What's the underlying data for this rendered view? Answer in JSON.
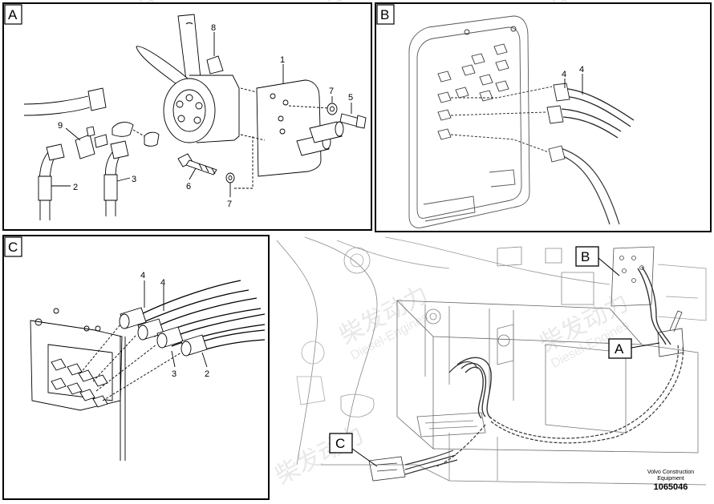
{
  "panels": {
    "a": {
      "letter": "A"
    },
    "b": {
      "letter": "B"
    },
    "c": {
      "letter": "C"
    }
  },
  "overview_callouts": [
    "B",
    "A",
    "C"
  ],
  "part_numbers": {
    "a": [
      "8",
      "1",
      "7",
      "5",
      "9",
      "2",
      "3",
      "6",
      "7"
    ],
    "b": [
      "4",
      "4"
    ],
    "c": [
      "4",
      "4",
      "3",
      "2"
    ]
  },
  "watermark": {
    "chinese": "柴发动力",
    "english": "Diesel-Engines"
  },
  "caption": {
    "company_line1": "Volvo Construction",
    "company_line2": "Equipment",
    "drawing_number": "1065046"
  }
}
